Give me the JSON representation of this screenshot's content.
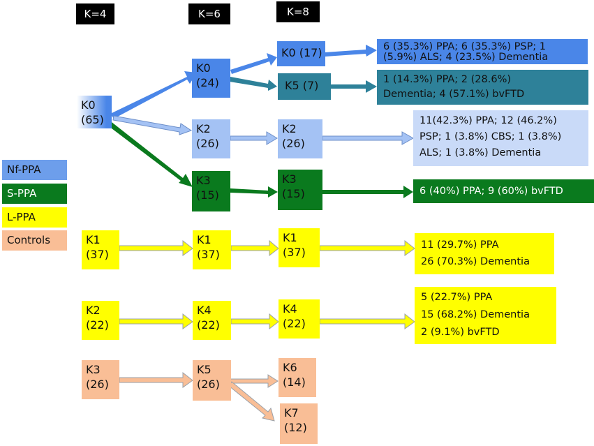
{
  "headers": [
    "K=4",
    "K=6",
    "K=8"
  ],
  "legend": [
    {
      "label": "Nf-PPA",
      "color": "#4A86E8"
    },
    {
      "label": "S-PPA",
      "color": "#0A7A1E"
    },
    {
      "label": "L-PPA",
      "color": "#FFFF00"
    },
    {
      "label": "Controls",
      "color": "#F9BE96"
    }
  ],
  "nodes": {
    "k4_k0": {
      "name": "K0",
      "count": "(65)"
    },
    "k6_k0": {
      "name": "K0",
      "count": "(24)"
    },
    "k6_k2": {
      "name": "K2",
      "count": "(26)"
    },
    "k6_k3": {
      "name": "K3",
      "count": "(15)"
    },
    "k8_k0": {
      "name": "K0 (17)"
    },
    "k8_k5": {
      "name": "K5 (7)"
    },
    "k8_k2": {
      "name": "K2",
      "count": "(26)"
    },
    "k8_k3": {
      "name": "K3",
      "count": "(15)"
    },
    "k4_k1": {
      "name": "K1",
      "count": "(37)"
    },
    "k6_k1": {
      "name": "K1",
      "count": "(37)"
    },
    "k8_k1": {
      "name": "K1",
      "count": "(37)"
    },
    "k4_k2": {
      "name": "K2",
      "count": "(22)"
    },
    "k6_k4": {
      "name": "K4",
      "count": "(22)"
    },
    "k8_k4": {
      "name": "K4",
      "count": "(22)"
    },
    "k4_k3": {
      "name": "K3",
      "count": "(26)"
    },
    "k6_k5": {
      "name": "K5",
      "count": "(26)"
    },
    "k8_k6": {
      "name": "K6",
      "count": "(14)"
    },
    "k8_k7": {
      "name": "K7",
      "count": "(12)"
    }
  },
  "results": {
    "r0": [
      "6 (35.3%) PPA; 6 (35.3%) PSP; 1",
      "(5.9%) ALS; 4 (23.5%) Dementia"
    ],
    "r5": [
      "1 (14.3%) PPA; 2 (28.6%)",
      "Dementia; 4 (57.1%) bvFTD"
    ],
    "r2": [
      "11(42.3%) PPA; 12 (46.2%)",
      "PSP; 1 (3.8%) CBS; 1 (3.8%)",
      "ALS; 1 (3.8%) Dementia"
    ],
    "r3": [
      "6 (40%) PPA; 9 (60%) bvFTD"
    ],
    "r1": [
      "11 (29.7%) PPA",
      "26 (70.3%) Dementia"
    ],
    "r4": [
      "5 (22.7%) PPA",
      "15 (68.2%) Dementia",
      "2 (9.1%) bvFTD"
    ]
  },
  "colors": {
    "nf_ppa": "#4A86E8",
    "nf_ppa_light": "#A4C2F4",
    "teal": "#2E8199",
    "s_ppa": "#0A7A1E",
    "l_ppa": "#FFFF00",
    "controls": "#F9BE96"
  }
}
